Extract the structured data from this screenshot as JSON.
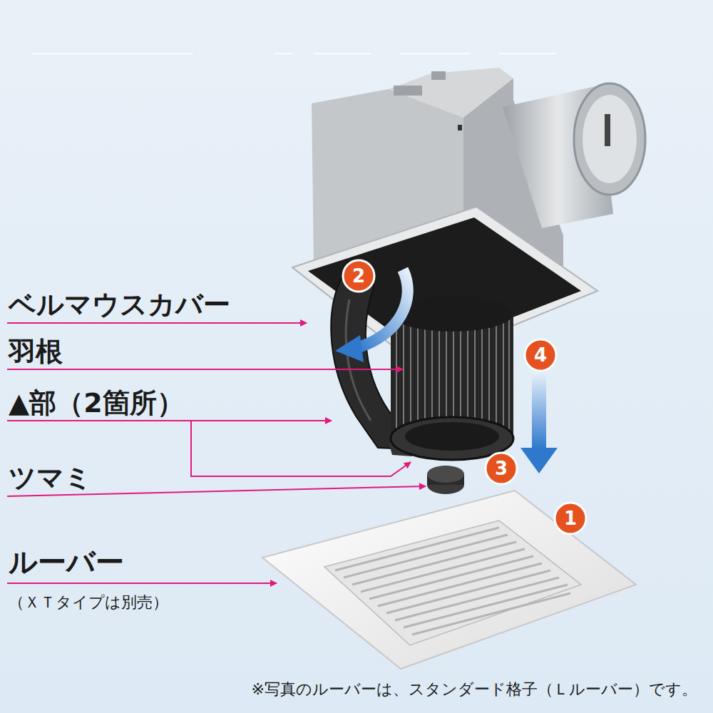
{
  "diagram": {
    "caption": "※写真のルーバーは、スタンダード格子（Ｌルーバー）です。",
    "labels": [
      "ベルマウスカバー",
      "羽根",
      "▲部（2箇所）",
      "ツマミ",
      "ルーバー",
      "（ＸＴタイプは別売）",
      "2",
      "4",
      "3",
      "1"
    ]
  }
}
